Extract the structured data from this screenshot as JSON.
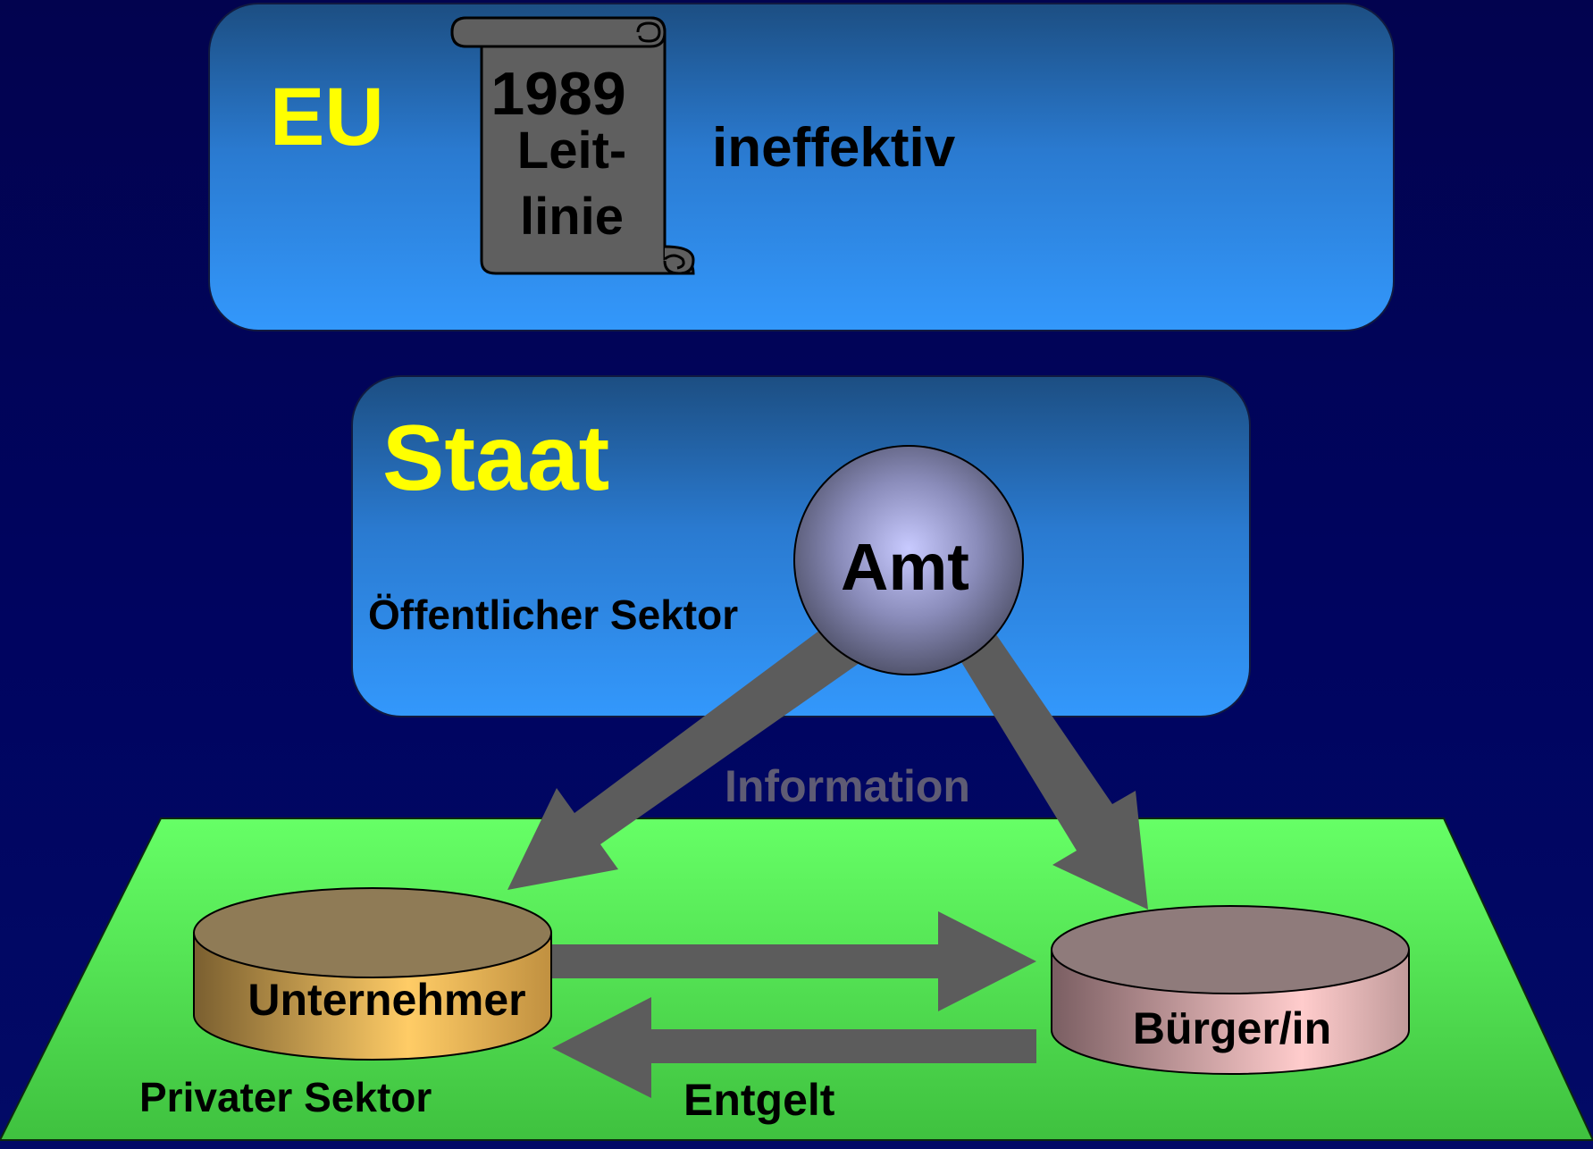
{
  "eu": {
    "title": "EU",
    "status": "ineffektiv"
  },
  "scroll": {
    "year": "1989",
    "line1": "Leit-",
    "line2": "linie"
  },
  "staat": {
    "title": "Staat",
    "sector": "Öffentlicher Sektor"
  },
  "amt": {
    "label": "Amt"
  },
  "flow": {
    "information": "Information",
    "payment": "Entgelt"
  },
  "private": {
    "sector": "Privater Sektor",
    "company": "Unternehmer",
    "citizen": "Bürger/in"
  },
  "colors": {
    "background": "#000460",
    "panel_top": "#1c4e82",
    "panel_bottom": "#3398fc",
    "title_yellow": "#ffff00",
    "arrow_gray": "#5c5c5c",
    "info_gray": "#5f5c74",
    "floor_green": "#66ff66"
  }
}
